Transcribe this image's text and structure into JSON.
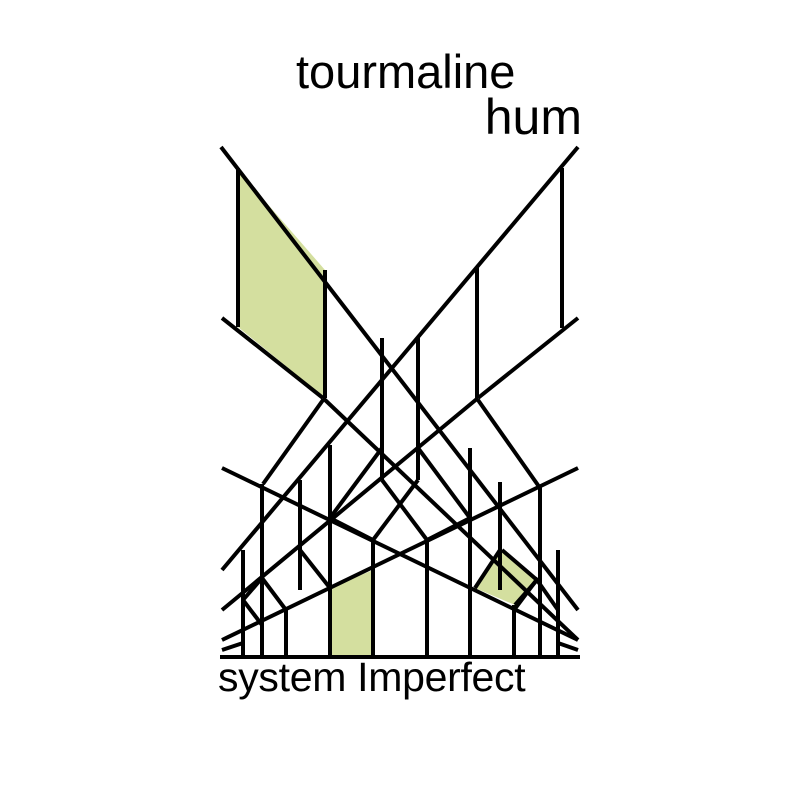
{
  "title_line1": "tourmaline",
  "title_line2": "hum",
  "subtitle": "system Imperfect",
  "colors": {
    "fill": "#d4df9f",
    "line": "#000000",
    "background": "#ffffff"
  }
}
